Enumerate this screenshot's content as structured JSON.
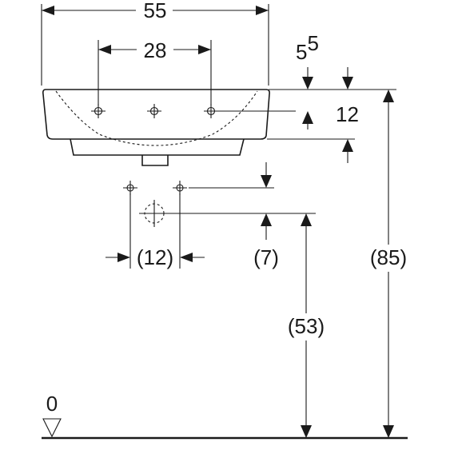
{
  "dimensions": {
    "overall_width": "55",
    "tap_hole_spacing": "28",
    "rim_offset_base": "5",
    "rim_offset_sup": "5",
    "rim_height": "12",
    "valve_spacing": "(12)",
    "valve_offset": "(7)",
    "waste_height": "(53)",
    "total_height": "(85)",
    "floor_level": "0"
  }
}
